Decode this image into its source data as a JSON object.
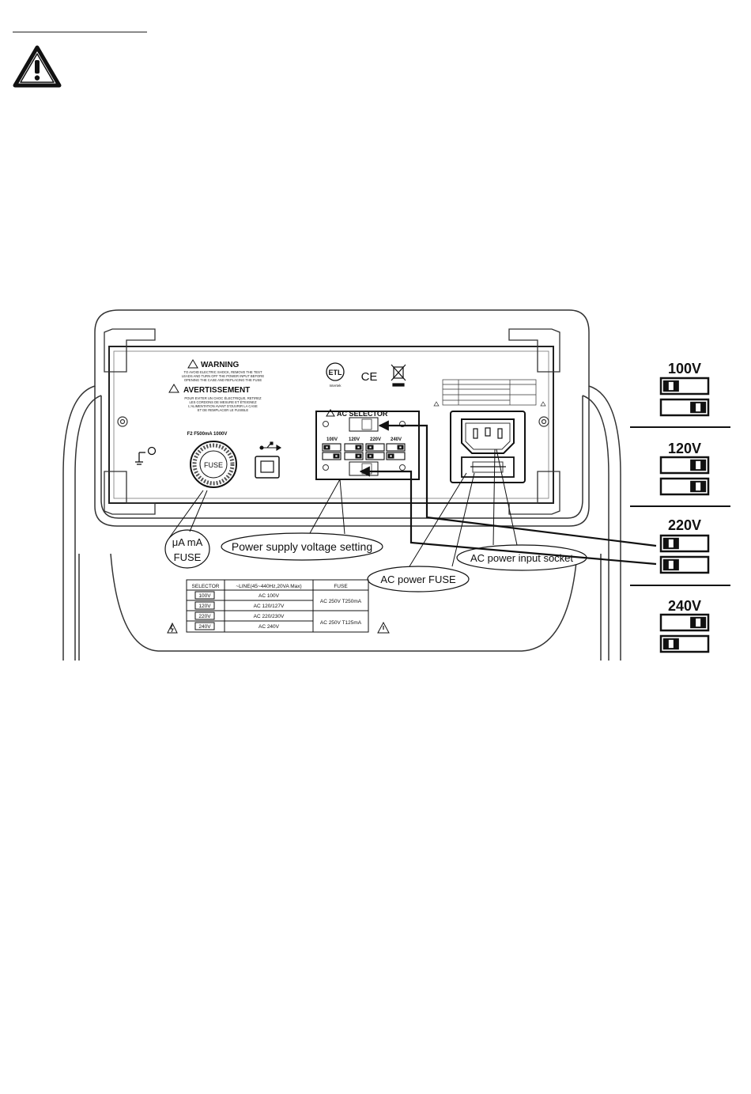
{
  "panel": {
    "warning_title": "WARNING",
    "warning_text": [
      "TO AVOID ELECTRIC SHOCK, REMOVE THE TEST",
      "LEADS AND TURN OFF THE POWER INPUT BEFORE",
      "OPENING THE CASE AND REPLACING THE FUSE"
    ],
    "avert_title": "AVERTISSEMENT",
    "avert_text": [
      "POUR EVITER UN CHOC ÉLECTRIQUE, RETIREZ",
      "LES CORDONS DE MESURE ET ÉTEIGNEZ",
      "L'ALIMENTATION AVANT D'OUVRIR LA CASE",
      "ET DE REMPLACER LE FUSIBLE"
    ],
    "fuse_rating": "F2 F500mA 1000V",
    "fuse_label": "FUSE",
    "intertek": "Intertek",
    "ce_mark": "CE",
    "ac_selector_title": "AC SELECTOR",
    "selector_voltages": [
      "100V",
      "120V",
      "220V",
      "240V"
    ],
    "label_table": {
      "headers": [
        "SELECTOR",
        "~LINE(45~440Hz,20VA Max)",
        "FUSE"
      ],
      "rows": [
        {
          "selector": "100V",
          "line": "AC 100V"
        },
        {
          "selector": "120V",
          "line": "AC 120/127V"
        },
        {
          "selector": "220V",
          "line": "AC 220/230V"
        },
        {
          "selector": "240V",
          "line": "AC 240V"
        }
      ],
      "fuse_groups": [
        "AC 250V T250mA",
        "AC 250V T125mA"
      ]
    }
  },
  "callouts": {
    "uama_fuse_line1": "μA mA",
    "uama_fuse_line2": "FUSE",
    "power_supply_setting": "Power supply voltage setting",
    "ac_power_fuse": "AC power FUSE",
    "ac_power_input": "AC power input socket"
  },
  "switch_positions": [
    {
      "voltage": "100V",
      "upper": "left",
      "lower": "right"
    },
    {
      "voltage": "120V",
      "upper": "right",
      "lower": "right"
    },
    {
      "voltage": "220V",
      "upper": "left",
      "lower": "left"
    },
    {
      "voltage": "240V",
      "upper": "right",
      "lower": "left"
    }
  ]
}
